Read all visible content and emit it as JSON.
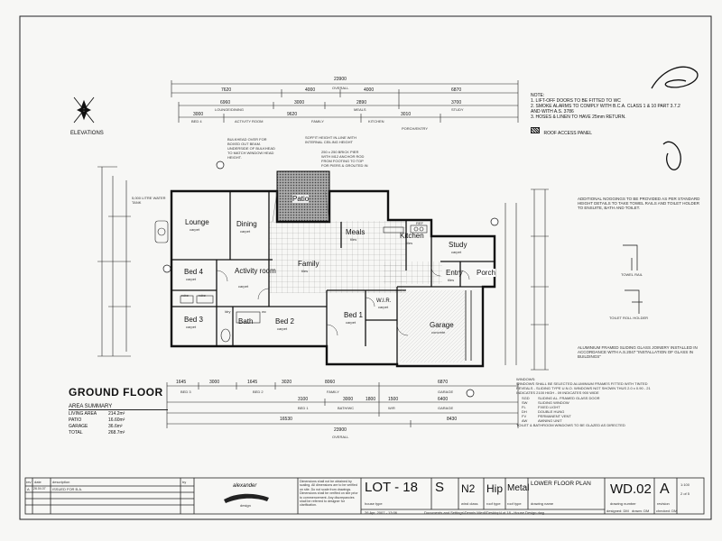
{
  "header": {
    "elevations_label": "ELEVATIONS",
    "ground_floor_title": "GROUND FLOOR"
  },
  "dims_top": {
    "overall": "23900",
    "overall_label": "OVERALL",
    "row2": [
      "7620",
      "4000",
      "4000",
      "6870"
    ],
    "row3": [
      "6960",
      "3000",
      "2890",
      "3700"
    ],
    "row3_labels": [
      "LOUNGE/DINING",
      "",
      "MEALS",
      "STUDY"
    ],
    "row4": [
      "3000",
      "9620",
      "3010"
    ],
    "row4_labels": [
      "BED 4",
      "ACTIVITY ROOM",
      "FAMILY",
      "KITCHEN"
    ],
    "porch_label": "PORCH/ENTRY"
  },
  "dims_bottom": {
    "row1": [
      "1645",
      "3000",
      "1645",
      "3020",
      "8060",
      "6870"
    ],
    "row1_labels": [
      "BED 3",
      "BED 2",
      "FAMILY",
      "GARAGE"
    ],
    "row2": [
      "3100",
      "3000",
      "1800",
      "1500",
      "6400"
    ],
    "row2_labels": [
      "BED 1",
      "BATH/WC",
      "W/R",
      "GARAGE"
    ],
    "row3": [
      "16530",
      "8430"
    ],
    "overall": "23900",
    "overall_label": "OVERALL"
  },
  "rooms": {
    "lounge": "Lounge",
    "dining": "Dining",
    "patio": "Patio",
    "meals": "Meals",
    "kitchen": "Kitchen",
    "study": "Study",
    "family": "Family",
    "bed4": "Bed 4",
    "activity": "Activity room",
    "entry": "Entry",
    "porch": "Porch",
    "bed3": "Bed 3",
    "bath": "Bath",
    "bed2": "Bed 2",
    "bed1": "Bed 1",
    "wir": "W.I.R.",
    "garage": "Garage",
    "carpet": "carpet",
    "tiles": "tiles",
    "concrete": "concrete",
    "robe": "robe",
    "ldry": "ldry",
    "wc": "wc"
  },
  "callouts": {
    "bulkhead": "BULKHEAD OVER FOR BOXED OUT BEAM. UNDERSIDE OF BULKHEAD TO MATCH WINDOW HEAD HEIGHT.",
    "soffit": "SOFFIT HEIGHT IN-LINE WITH INTERNAL CEILING HEIGHT",
    "brick_pier": "250 x 250 BRICK PIER WITH M12 ANCHOR ROD FROM FOOTING TO TOP FOR PIERS & GROUTED IN",
    "water_tank": "5,000 LITRE WATER TANK",
    "ref": "REF"
  },
  "notes": {
    "title": "NOTE:",
    "items": [
      "1. LIFT-OFF DOORS TO BE FITTED TO WC",
      "2. SMOKE ALARMS TO COMPLY WITH B.C.A. CLASS 1 & 10 PART 3.7.2 AND WITH A.S. 3786",
      "3. HOSES & LINEN TO HAVE 25mm RETURN."
    ],
    "roof_access": "ROOF ACCESS PANEL",
    "addition": "ADDITIONAL NOGGINGS TO BE PROVIDED AS PER STANDARD HEIGHT DETAILS TO TAKE TOWEL RAILS AND TOILET HOLDER TO ENSUITE, BATH AND TOILET.",
    "towel_rail": "TOWEL RAIL",
    "toilet_roll": "TOILET ROLL HOLDER",
    "aluminium": "ALUMINIUM FRAMED SLIDING GLASS JOINERY INSTALLED IN ACCORDANCE WITH A.S.2047 \"INSTALLATION OF GLASS IN BUILDINGS\"",
    "windows_title": "WINDOWS:",
    "windows_text": "WINDOWS SHALL BE SELECTED ALUMINIUM FRAMES FITTED WITH TINTED REVEALS - SLIDING TYPE U.N.O. WINDOWS NOT SHOWN THUS 2.0 x 0.90 - 21 INDICATES 2100 HIGH - 09 INDICATES 900 WIDE",
    "legend": [
      {
        "code": "SGD",
        "desc": "SLIDING AL. FRAMED GLASS DOOR"
      },
      {
        "code": "SW",
        "desc": "SLIDING WINDOW"
      },
      {
        "code": "FL",
        "desc": "FIXED LIGHT"
      },
      {
        "code": "DH",
        "desc": "DOUBLE HUNG"
      },
      {
        "code": "FV",
        "desc": "PERMANENT VENT"
      },
      {
        "code": "AW",
        "desc": "AWNING UNIT"
      }
    ],
    "toilet_glaze": "TOILET & BATHROOM WINDOWS TO BE GLAZED AS DIRECTED"
  },
  "area_summary": {
    "title": "AREA SUMMARY",
    "rows": [
      {
        "label": "LIVING AREA",
        "value": "214.2m²"
      },
      {
        "label": "PATIO",
        "value": "16.60m²"
      },
      {
        "label": "GARAGE",
        "value": "36.6m²"
      },
      {
        "label": "TOTAL",
        "value": "268.7m²"
      }
    ]
  },
  "title_block": {
    "rev_headers": [
      "rev",
      "date",
      "description",
      "by"
    ],
    "rev_rows": [
      {
        "rev": "A",
        "date": "26.04.07",
        "description": "ISSUED FOR B.A.",
        "by": ""
      }
    ],
    "brand": "alexander",
    "brand_sub": "design",
    "disclaimer": "Dimensions shall not be obtained by scaling. All dimensions are to be verified on site. Do not scale from drawings. Dimensions shall be verified on site prior to commencement. Any discrepancies shall be referred to designer for clarification.",
    "lot_label": "LOT - 18",
    "lot_sub": "house type",
    "s_label": "S",
    "n2_label": "N2",
    "n2_sub": "wind class",
    "hip_label": "Hip",
    "hip_sub": "roof type",
    "metal_label": "Metal",
    "metal_sub": "roof type",
    "sheet_title": "LOWER FLOOR PLAN",
    "sheet_sub": "drawing name",
    "drawing_no": "WD.02",
    "drawing_no_sub": "drawing number",
    "rev_letter": "A",
    "rev_sub": "revision",
    "scale": "1:100",
    "sheet_of": "2 of 5",
    "date": "26 Apr, 2007 - 13:06",
    "path": "Documents and Settings\\Dennis Miedl\\Desktop\\Lot 18 - House Design.dwg",
    "designed": "designed: DM",
    "drawn": "drawn: DM",
    "checked": "checked: DM"
  }
}
